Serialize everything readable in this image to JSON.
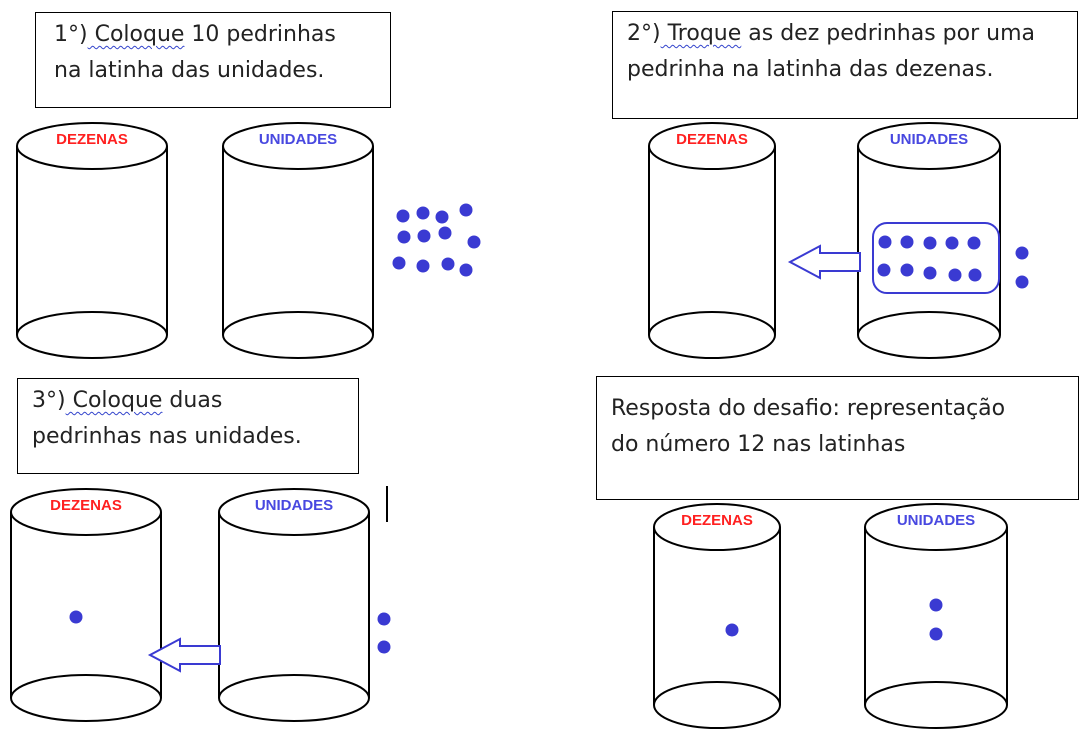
{
  "steps": [
    {
      "prefix": "1°)",
      "verb": " Coloque",
      "rest1": " 10 pedrinhas",
      "rest2": "na latinha das unidades."
    },
    {
      "prefix": "2°)",
      "verb": " Troque",
      "rest1": " as dez pedrinhas por uma",
      "rest2": "pedrinha na latinha das dezenas."
    },
    {
      "prefix": "3°)",
      "verb": " Coloque",
      "rest1": " duas",
      "rest2": "pedrinhas nas unidades."
    }
  ],
  "answer": {
    "line1": "Resposta do desafio: representação",
    "line2": "do número 12 nas latinhas"
  },
  "labels": {
    "tens": "DEZENAS",
    "units": "UNIDADES"
  },
  "colors": {
    "tens": "#ff2020",
    "units": "#4848e0",
    "pebble": "#3a3ad2",
    "ink": "#000000"
  },
  "pebbles": {
    "step1_loose": 12,
    "step2_grouped": 10,
    "step2_loose": 2,
    "step3_tens": 1,
    "step3_loose": 2,
    "answer_tens": 1,
    "answer_units": 2
  }
}
